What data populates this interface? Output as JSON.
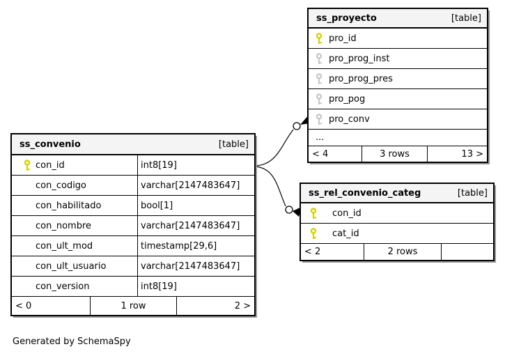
{
  "app": {
    "generated_by": "Generated by SchemaSpy"
  },
  "colors": {
    "primary_key": "#d2d20a",
    "foreign_key": "#c9c9c9",
    "header_bg": "#f4f4f4",
    "border": "#000000",
    "shadow": "#999999"
  },
  "tables": [
    {
      "name": "ss_convenio",
      "badge": "[table]",
      "columns": [
        {
          "name": "con_id",
          "type": "int8[19]",
          "key": "primary"
        },
        {
          "name": "con_codigo",
          "type": "varchar[2147483647]",
          "key": "none"
        },
        {
          "name": "con_habilitado",
          "type": "bool[1]",
          "key": "none"
        },
        {
          "name": "con_nombre",
          "type": "varchar[2147483647]",
          "key": "none"
        },
        {
          "name": "con_ult_mod",
          "type": "timestamp[29,6]",
          "key": "none"
        },
        {
          "name": "con_ult_usuario",
          "type": "varchar[2147483647]",
          "key": "none"
        },
        {
          "name": "con_version",
          "type": "int8[19]",
          "key": "none"
        }
      ],
      "footer": {
        "left": "< 0",
        "center": "1 row",
        "right": "2 >"
      }
    },
    {
      "name": "ss_proyecto",
      "badge": "[table]",
      "columns": [
        {
          "name": "pro_id",
          "key": "primary"
        },
        {
          "name": "pro_prog_inst",
          "key": "foreign"
        },
        {
          "name": "pro_prog_pres",
          "key": "foreign"
        },
        {
          "name": "pro_pog",
          "key": "foreign"
        },
        {
          "name": "pro_conv",
          "key": "foreign"
        }
      ],
      "ellipsis": "...",
      "footer": {
        "left": "< 4",
        "center": "3 rows",
        "right": "13 >"
      }
    },
    {
      "name": "ss_rel_convenio_categ",
      "badge": "[table]",
      "columns": [
        {
          "name": "con_id",
          "key": "primary"
        },
        {
          "name": "cat_id",
          "key": "primary"
        }
      ],
      "footer": {
        "left": "< 2",
        "center": "2 rows",
        "right": ""
      }
    }
  ],
  "relationships": [
    {
      "from": "ss_convenio.con_id",
      "to": "ss_proyecto.pro_conv"
    },
    {
      "from": "ss_convenio.con_id",
      "to": "ss_rel_convenio_categ.con_id"
    }
  ]
}
